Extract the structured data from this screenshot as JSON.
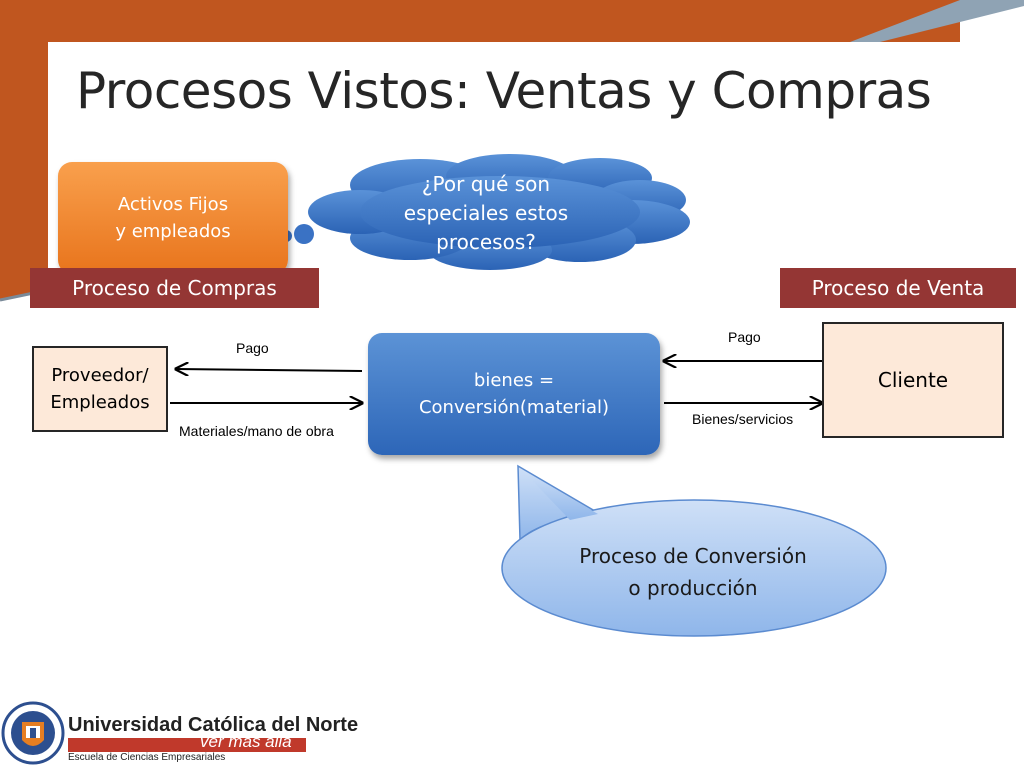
{
  "slide": {
    "title": "Procesos Vistos: Ventas y Compras"
  },
  "diagram": {
    "activos": {
      "line1": "Activos Fijos",
      "line2": "y empleados"
    },
    "thought_cloud": {
      "text": "¿Por qué son especiales estos procesos?"
    },
    "bands": {
      "compras": "Proceso de Compras",
      "venta": "Proceso de Venta"
    },
    "proveedor": {
      "line1": "Proveedor/",
      "line2": "Empleados"
    },
    "center": {
      "line1": "bienes =",
      "line2": "Conversión(material)"
    },
    "cliente": {
      "label": "Cliente"
    },
    "arrows": {
      "pago_left": "Pago",
      "materiales": "Materiales/mano de obra",
      "pago_right": "Pago",
      "bienes_servicios": "Bienes/servicios"
    },
    "callout": {
      "line1": "Proceso de Conversión",
      "line2": "o producción"
    }
  },
  "logo": {
    "name": "Universidad Católica del Norte",
    "tagline": "ver más allá",
    "school": "Escuela de Ciencias Empresariales"
  },
  "colors": {
    "band": "#943634",
    "accent_orange": "#c0561f",
    "box_fill": "#fde9d9",
    "blue": "#2d66b8"
  }
}
